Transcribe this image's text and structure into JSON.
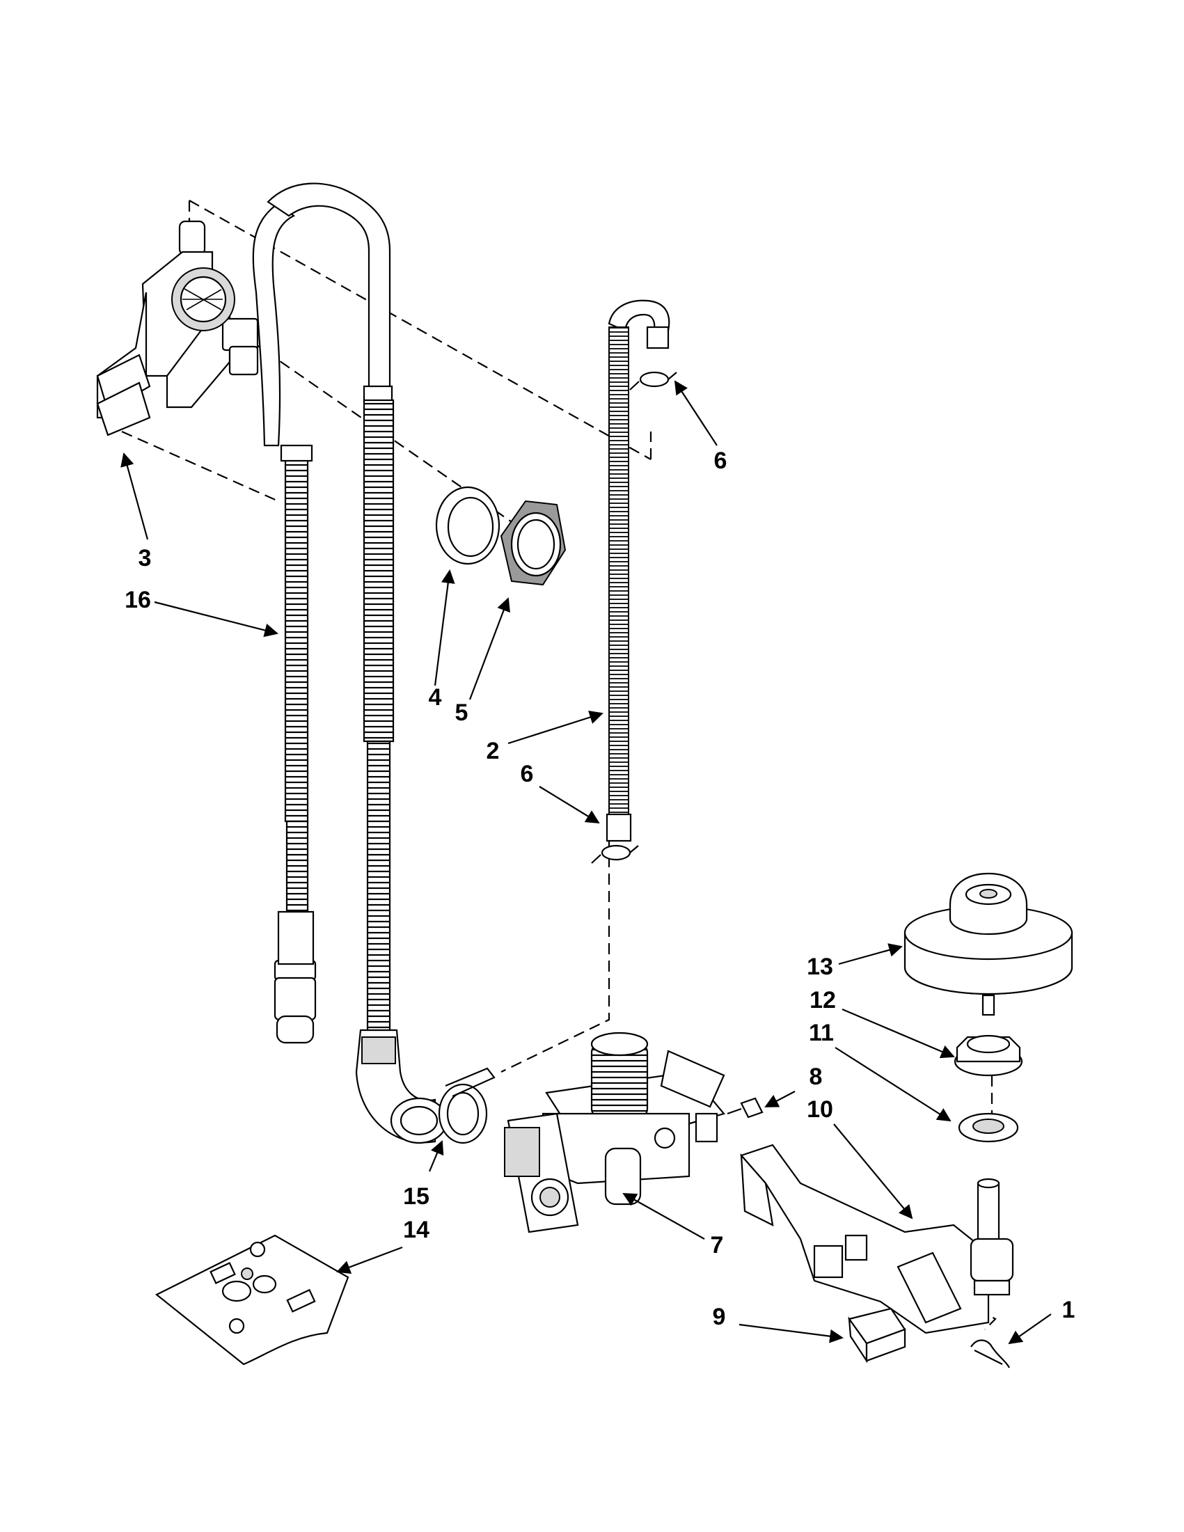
{
  "callouts": [
    {
      "id": "1",
      "text": "1"
    },
    {
      "id": "2",
      "text": "2"
    },
    {
      "id": "3",
      "text": "3"
    },
    {
      "id": "4",
      "text": "4"
    },
    {
      "id": "5",
      "text": "5"
    },
    {
      "id": "6a",
      "text": "6"
    },
    {
      "id": "6b",
      "text": "6"
    },
    {
      "id": "7",
      "text": "7"
    },
    {
      "id": "8",
      "text": "8"
    },
    {
      "id": "9",
      "text": "9"
    },
    {
      "id": "10",
      "text": "10"
    },
    {
      "id": "11",
      "text": "11"
    },
    {
      "id": "12",
      "text": "12"
    },
    {
      "id": "13",
      "text": "13"
    },
    {
      "id": "14",
      "text": "14"
    },
    {
      "id": "15",
      "text": "15"
    },
    {
      "id": "16",
      "text": "16"
    }
  ]
}
